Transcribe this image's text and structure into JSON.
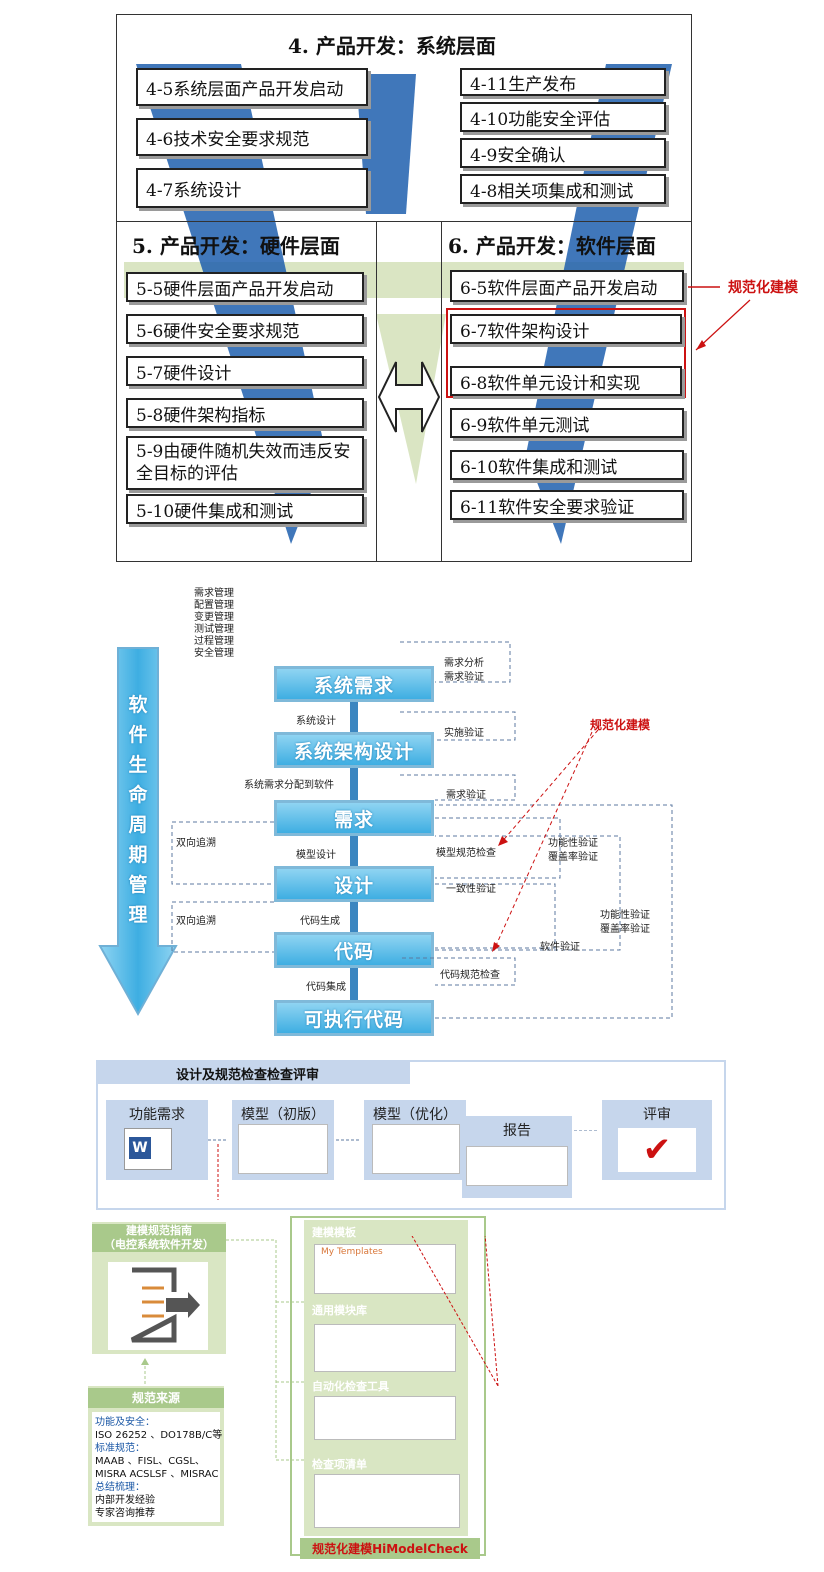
{
  "section1": {
    "system_title": "4. 产品开发：系统层面",
    "system_left": [
      "4-5系统层面产品开发启动",
      "4-6技术安全要求规范",
      "4-7系统设计"
    ],
    "system_right": [
      "4-11生产发布",
      "4-10功能安全评估",
      "4-9安全确认",
      "4-8相关项集成和测试"
    ],
    "hw_title": "5. 产品开发：硬件层面",
    "hw_items": [
      "5-5硬件层面产品开发启动",
      "5-6硬件安全要求规范",
      "5-7硬件设计",
      "5-8硬件架构指标",
      "5-9由硬件随机失效而违反安全目标的评估",
      "5-10硬件集成和测试"
    ],
    "sw_title": "6. 产品开发：软件层面",
    "sw_items": [
      "6-5软件层面产品开发启动",
      "6-7软件架构设计",
      "6-8软件单元设计和实现",
      "6-9软件单元测试",
      "6-10软件集成和测试",
      "6-11软件安全要求验证"
    ],
    "callout": "规范化建模"
  },
  "section2": {
    "lifecycle_chars": [
      "软",
      "件",
      "生",
      "命",
      "周",
      "期",
      "管",
      "理"
    ],
    "mgmt_list": [
      "需求管理",
      "配置管理",
      "变更管理",
      "测试管理",
      "过程管理",
      "安全管理"
    ],
    "steps": [
      "系统需求",
      "系统架构设计",
      "需求",
      "设计",
      "代码",
      "可执行代码"
    ],
    "between": [
      "系统设计",
      "系统需求分配到软件",
      "模型设计",
      "代码生成",
      "代码集成"
    ],
    "right_labels": {
      "analysis": [
        "需求分析",
        "需求验证"
      ],
      "impl_verify": "实施验证",
      "req_verify": "需求验证",
      "model_check": "模型规范检查",
      "consistency": "一致性验证",
      "code_check": "代码规范检查",
      "func_cov1": [
        "功能性验证",
        "覆盖率验证"
      ],
      "soft_verify": "软件验证",
      "func_cov2": [
        "功能性验证",
        "覆盖率验证"
      ]
    },
    "trace": [
      "双向追溯",
      "双向追溯"
    ],
    "callout": "规范化建模"
  },
  "section3": {
    "review_title": "设计及规范检查检查评审",
    "cards": [
      "功能需求",
      "模型（初版）",
      "模型（优化）",
      "报告",
      "评审"
    ],
    "guide_title": [
      "建模规范指南",
      "（电控系统软件开发）"
    ],
    "source_title": "规范来源",
    "source_lines": [
      "功能及安全：",
      "ISO 26252 、DO178B/C等",
      "标准规范：",
      "MAAB 、FISL、CGSL、",
      "MISRA ACSLSF 、MISRAC",
      "总结梳理：",
      "内部开发经验",
      "专家咨询推荐"
    ],
    "tools": [
      "建模模板",
      "通用模块库",
      "自动化检查工具",
      "检查项清单"
    ],
    "template_label": "My Templates",
    "footer": "规范化建模HiModelCheck"
  },
  "colors": {
    "accent_red": "#cc1111",
    "step_blue": "#3eaee2",
    "watermark_blue": "#1f5fae",
    "green": "#a9c98b"
  }
}
